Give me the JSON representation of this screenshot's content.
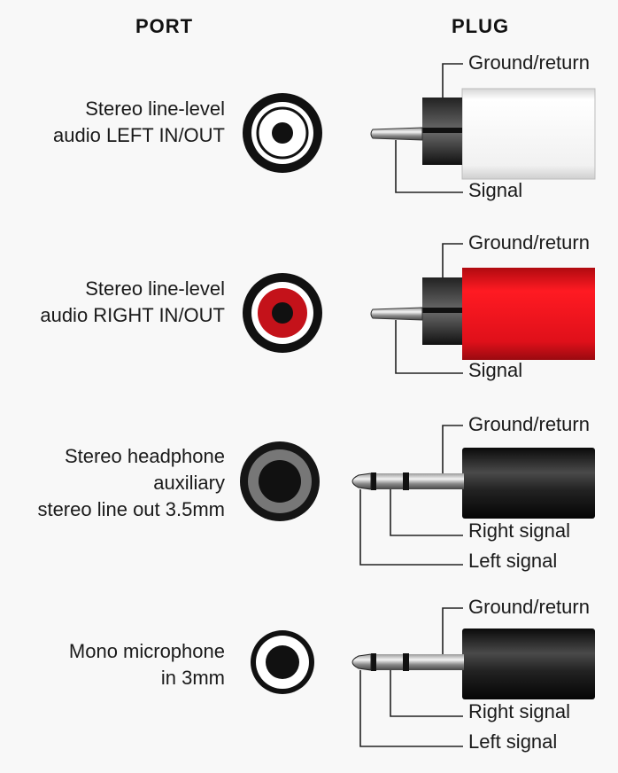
{
  "headers": {
    "port": "PORT",
    "plug": "PLUG"
  },
  "rows": [
    {
      "port_label_lines": [
        "Stereo line-level",
        "audio LEFT IN/OUT"
      ],
      "plug_labels": [
        "Ground/return",
        "Signal"
      ],
      "plug_color": "#f2f2f2",
      "port_color": "#ffffff"
    },
    {
      "port_label_lines": [
        "Stereo line-level",
        "audio RIGHT IN/OUT"
      ],
      "plug_labels": [
        "Ground/return",
        "Signal"
      ],
      "plug_color": "#e3101a",
      "port_color": "#c4121a"
    },
    {
      "port_label_lines": [
        "Stereo headphone",
        "auxiliary",
        "stereo line out 3.5mm"
      ],
      "plug_labels": [
        "Ground/return",
        "Right signal",
        "Left signal"
      ],
      "plug_color": "#1a1a1a",
      "port_color": "#777777"
    },
    {
      "port_label_lines": [
        "Mono microphone",
        "in 3mm"
      ],
      "plug_labels": [
        "Ground/return",
        "Right signal",
        "Left signal"
      ],
      "plug_color": "#1a1a1a",
      "port_color": "#ffffff"
    }
  ]
}
